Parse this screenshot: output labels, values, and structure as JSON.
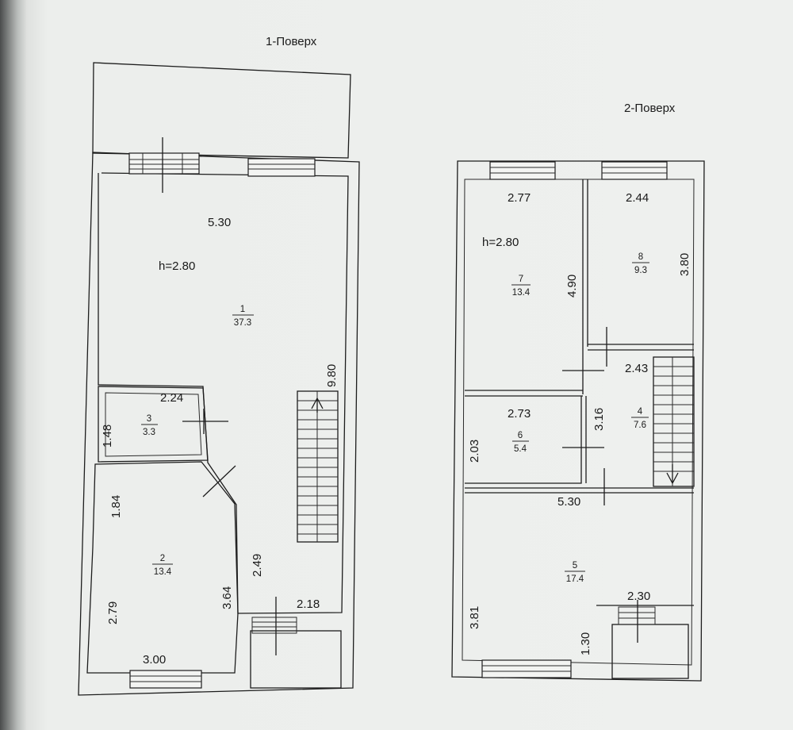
{
  "floor1": {
    "title": "1-Поверх",
    "height": "h=2.80",
    "dims": {
      "top_width": "5.30",
      "right_height": "9.80",
      "room3_width": "2.24",
      "room3_height": "1.48",
      "room2_upper": "1.84",
      "room2_lower": "2.79",
      "room2_width": "3.00",
      "room2_right": "3.64",
      "hall_height": "2.49",
      "hall_width": "2.18"
    },
    "rooms": [
      {
        "num": "1",
        "area": "37.3"
      },
      {
        "num": "2",
        "area": "13.4"
      },
      {
        "num": "3",
        "area": "3.3"
      }
    ]
  },
  "floor2": {
    "title": "2-Поверх",
    "height": "h=2.80",
    "dims": {
      "room7_width": "2.77",
      "room8_width": "2.44",
      "room7_height": "4.90",
      "room8_height": "3.80",
      "stair_width": "2.43",
      "room6_width": "2.73",
      "room6_height": "2.03",
      "room6_right": "3.16",
      "room5_width": "5.30",
      "room5_height": "3.81",
      "porch_width": "2.30",
      "porch_height": "1.30"
    },
    "rooms": [
      {
        "num": "4",
        "area": "7.6"
      },
      {
        "num": "5",
        "area": "17.4"
      },
      {
        "num": "6",
        "area": "5.4"
      },
      {
        "num": "7",
        "area": "13.4"
      },
      {
        "num": "8",
        "area": "9.3"
      }
    ]
  }
}
